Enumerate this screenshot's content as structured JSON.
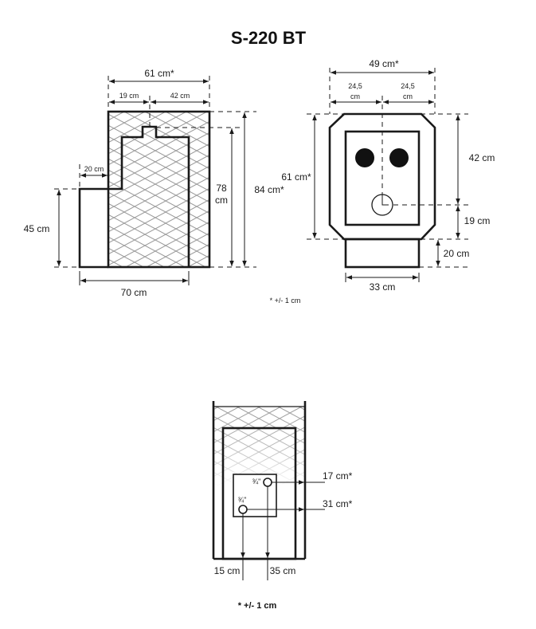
{
  "title": "S-220 BT",
  "side_view": {
    "width_total": "61 cm*",
    "width_front": "19 cm",
    "width_rear": "42 cm",
    "step_width": "20 cm",
    "step_height": "45 cm",
    "depth_total": "70 cm",
    "height_inner_num": "78",
    "height_inner_unit": "cm",
    "height_total": "84 cm*"
  },
  "front_view": {
    "width_total": "49 cm*",
    "half_left_num": "24,5",
    "half_left_unit": "cm",
    "half_right_num": "24,5",
    "half_right_unit": "cm",
    "body_height": "61 cm*",
    "upper_height": "42 cm",
    "lower_height": "19 cm",
    "base_height": "20 cm",
    "base_width": "33 cm",
    "tolerance_note": "* +/- 1 cm"
  },
  "rear_view": {
    "pipe_upper_size": "¾\"",
    "pipe_lower_size": "¾\"",
    "pipe_upper_height": "17 cm*",
    "pipe_lower_height": "31 cm*",
    "pipe_lower_offset": "15 cm",
    "pipe_upper_offset": "35 cm"
  },
  "footer_note": "* +/- 1 cm"
}
